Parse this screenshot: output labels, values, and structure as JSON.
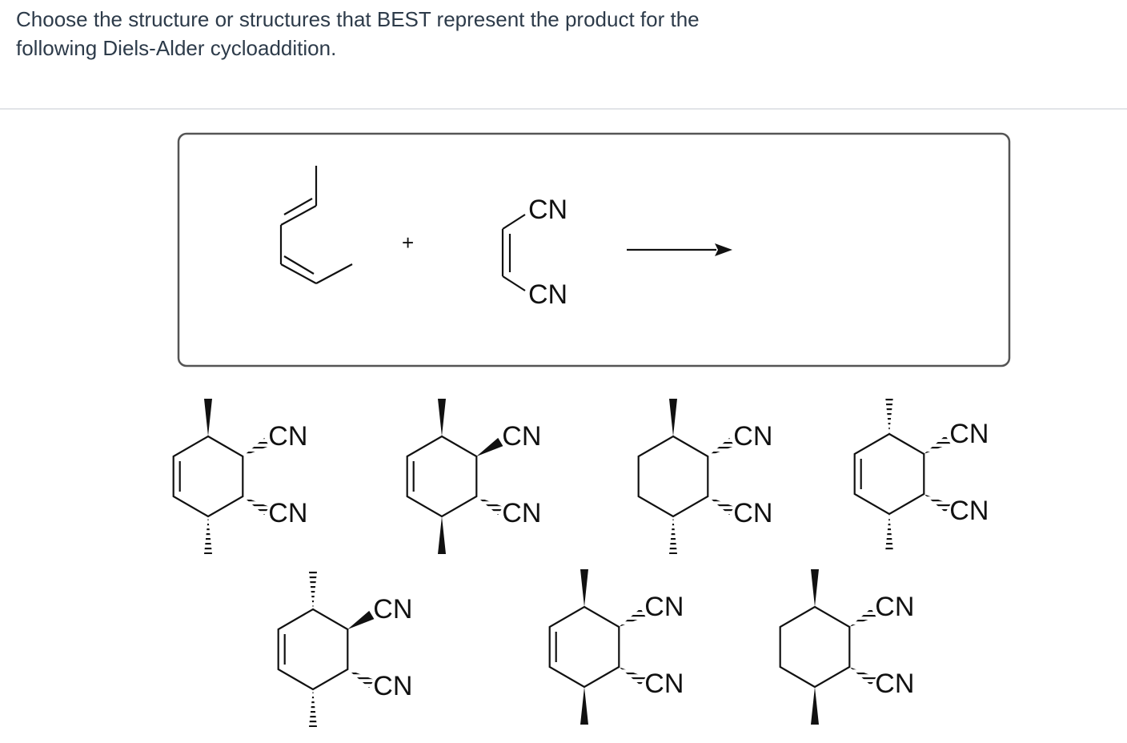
{
  "question": {
    "text": "Choose the structure or structures that BEST represent the product for the following Diels-Alder cycloaddition."
  },
  "reaction": {
    "plus": "+",
    "dienophile_labels": [
      "CN",
      "CN"
    ]
  },
  "options": [
    {
      "top": "CN",
      "bottom": "CN"
    },
    {
      "top": "CN",
      "bottom": "CN"
    },
    {
      "top": "CN",
      "bottom": "CN"
    },
    {
      "top": "CN",
      "bottom": "CN"
    },
    {
      "top": "CN",
      "bottom": "CN"
    },
    {
      "top": "CN",
      "bottom": "CN"
    },
    {
      "top": "CN",
      "bottom": "CN"
    }
  ]
}
